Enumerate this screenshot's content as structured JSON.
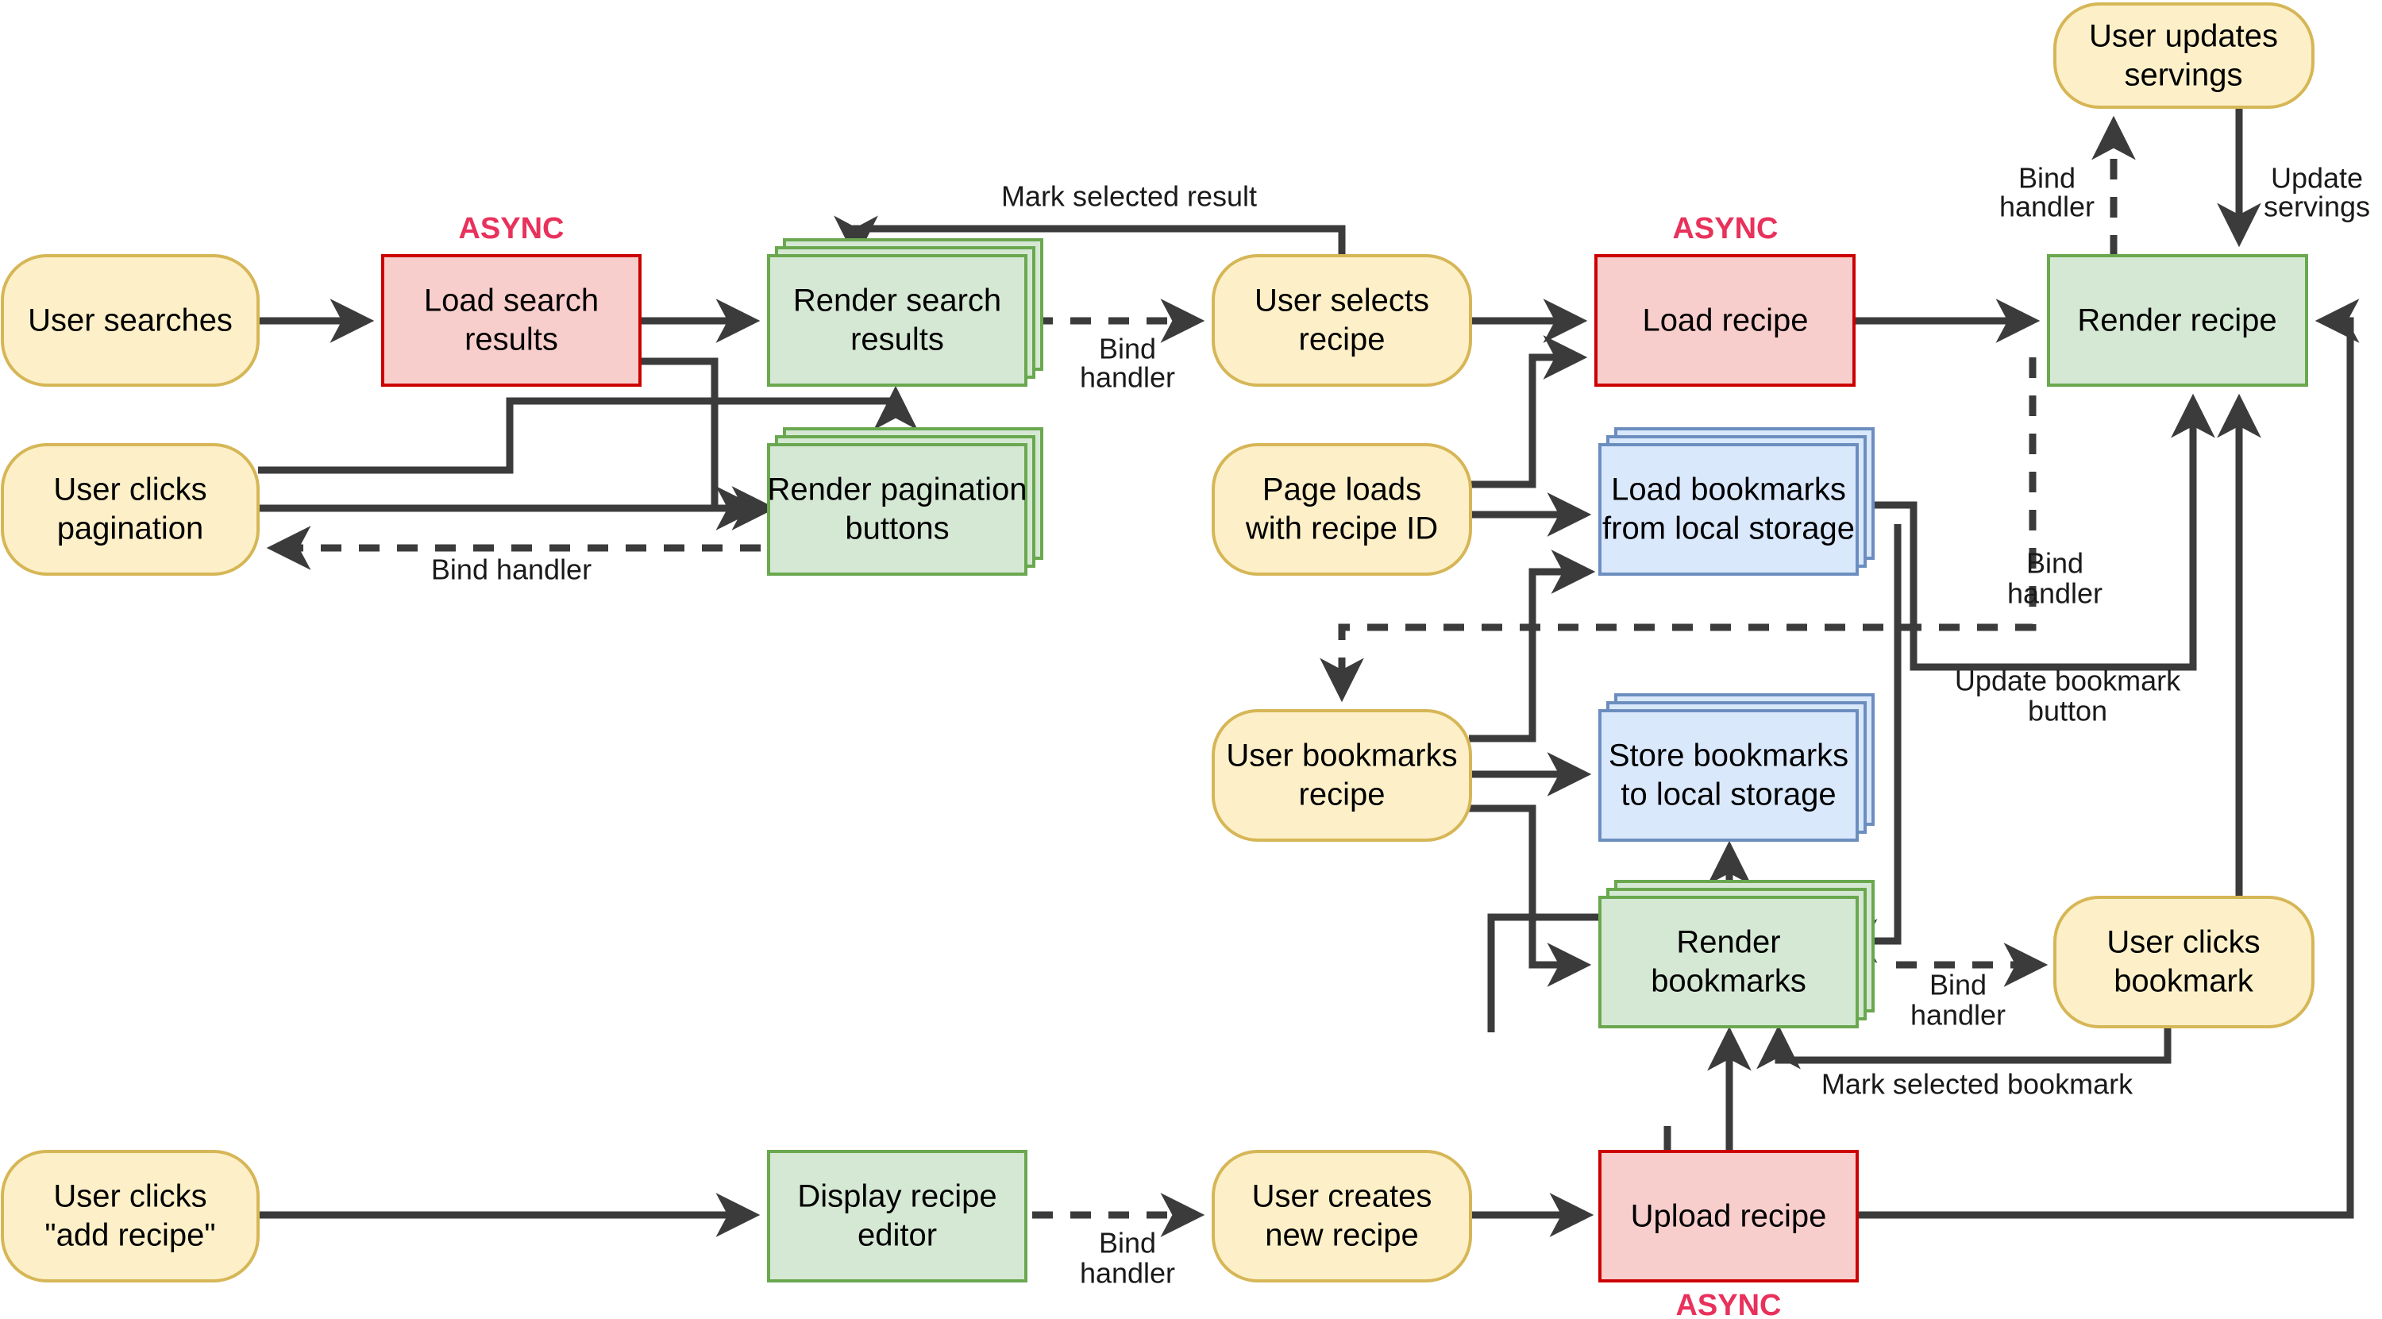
{
  "diagram": {
    "title": "Recipe application event/render flow",
    "background": "#ffffff",
    "palette": {
      "user_event_fill": "#fdf0c8",
      "user_event_stroke": "#d6b656",
      "async_fill": "#f8cecc",
      "async_stroke": "#cc0000",
      "render_fill": "#d5e8d4",
      "render_stroke": "#6aa84f",
      "storage_fill": "#dae8fc",
      "storage_stroke": "#6c8ebf",
      "edge_color": "#3b3b3b",
      "async_text": "#e8315b"
    },
    "nodes": [
      {
        "id": "user-searches",
        "label_line1": "User searches",
        "label_line2": "",
        "shape": "rounded",
        "kind": "user-event"
      },
      {
        "id": "load-search-results",
        "label_line1": "Load search",
        "label_line2": "results",
        "shape": "rect",
        "kind": "async"
      },
      {
        "id": "render-search-results",
        "label_line1": "Render search",
        "label_line2": "results",
        "shape": "stack",
        "kind": "render"
      },
      {
        "id": "user-selects-recipe",
        "label_line1": "User selects",
        "label_line2": "recipe",
        "shape": "rounded",
        "kind": "user-event"
      },
      {
        "id": "load-recipe",
        "label_line1": "Load recipe",
        "label_line2": "",
        "shape": "rect",
        "kind": "async"
      },
      {
        "id": "render-recipe",
        "label_line1": "Render recipe",
        "label_line2": "",
        "shape": "rect",
        "kind": "render"
      },
      {
        "id": "user-updates-servings",
        "label_line1": "User updates",
        "label_line2": "servings",
        "shape": "rounded",
        "kind": "user-event"
      },
      {
        "id": "user-clicks-pagination",
        "label_line1": "User clicks",
        "label_line2": "pagination",
        "shape": "rounded",
        "kind": "user-event"
      },
      {
        "id": "render-pagination",
        "label_line1": "Render pagination",
        "label_line2": "buttons",
        "shape": "stack",
        "kind": "render"
      },
      {
        "id": "page-loads-recipe-id",
        "label_line1": "Page loads",
        "label_line2": "with recipe ID",
        "shape": "rounded",
        "kind": "user-event"
      },
      {
        "id": "load-bookmarks",
        "label_line1": "Load bookmarks",
        "label_line2": "from local storage",
        "shape": "stack",
        "kind": "storage"
      },
      {
        "id": "user-bookmarks-recipe",
        "label_line1": "User bookmarks",
        "label_line2": "recipe",
        "shape": "rounded",
        "kind": "user-event"
      },
      {
        "id": "store-bookmarks",
        "label_line1": "Store bookmarks",
        "label_line2": "to local storage",
        "shape": "stack",
        "kind": "storage"
      },
      {
        "id": "render-bookmarks",
        "label_line1": "Render",
        "label_line2": "bookmarks",
        "shape": "stack",
        "kind": "render"
      },
      {
        "id": "user-clicks-bookmark",
        "label_line1": "User clicks",
        "label_line2": "bookmark",
        "shape": "rounded",
        "kind": "user-event"
      },
      {
        "id": "user-clicks-add-recipe",
        "label_line1": "User clicks",
        "label_line2": "\"add recipe\"",
        "shape": "rounded",
        "kind": "user-event"
      },
      {
        "id": "display-recipe-editor",
        "label_line1": "Display recipe",
        "label_line2": "editor",
        "shape": "rect",
        "kind": "render"
      },
      {
        "id": "user-creates-recipe",
        "label_line1": "User creates",
        "label_line2": "new recipe",
        "shape": "rounded",
        "kind": "user-event"
      },
      {
        "id": "upload-recipe",
        "label_line1": "Upload recipe",
        "label_line2": "",
        "shape": "rect",
        "kind": "async"
      }
    ],
    "async_markers": [
      {
        "id": "async-load-search-results",
        "text": "ASYNC",
        "position": "above"
      },
      {
        "id": "async-load-recipe",
        "text": "ASYNC",
        "position": "above"
      },
      {
        "id": "async-upload-recipe",
        "text": "ASYNC",
        "position": "below"
      }
    ],
    "edge_labels": [
      {
        "id": "mark-selected-result",
        "line1": "Mark selected result",
        "line2": ""
      },
      {
        "id": "bind-handler-search",
        "line1": "Bind",
        "line2": "handler"
      },
      {
        "id": "bind-handler-pagination",
        "line1": "Bind handler",
        "line2": ""
      },
      {
        "id": "bind-handler-servings",
        "line1": "Bind",
        "line2": "handler"
      },
      {
        "id": "update-servings",
        "line1": "Update",
        "line2": "servings"
      },
      {
        "id": "bind-handler-bookmark-btn",
        "line1": "Bind",
        "line2": "handler"
      },
      {
        "id": "update-bookmark-button",
        "line1": "Update bookmark",
        "line2": "button"
      },
      {
        "id": "bind-handler-bookmarks",
        "line1": "Bind",
        "line2": "handler"
      },
      {
        "id": "mark-selected-bookmark",
        "line1": "Mark selected bookmark",
        "line2": ""
      },
      {
        "id": "bind-handler-editor",
        "line1": "Bind",
        "line2": "handler"
      }
    ]
  }
}
